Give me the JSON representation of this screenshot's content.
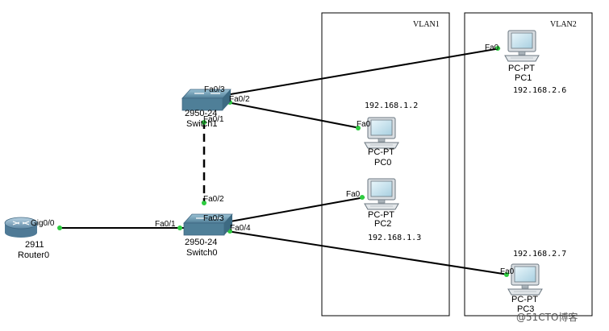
{
  "vlans": {
    "vlan1": {
      "label": "VLAN1"
    },
    "vlan2": {
      "label": "VLAN2"
    }
  },
  "devices": {
    "router0": {
      "model": "2911",
      "name": "Router0"
    },
    "switch0": {
      "model": "2950-24",
      "name": "Switch0"
    },
    "switch1": {
      "model": "2950-24",
      "name": "Switch1"
    },
    "pc0": {
      "type": "PC-PT",
      "name": "PC0",
      "ip": "192.168.1.2"
    },
    "pc1": {
      "type": "PC-PT",
      "name": "PC1",
      "ip": "192.168.2.6"
    },
    "pc2": {
      "type": "PC-PT",
      "name": "PC2",
      "ip": "192.168.1.3"
    },
    "pc3": {
      "type": "PC-PT",
      "name": "PC3",
      "ip": "192.168.2.7"
    }
  },
  "ports": {
    "router0_gig": "Gig0/0",
    "switch0_fa01": "Fa0/1",
    "switch0_fa02": "Fa0/2",
    "switch0_fa03": "Fa0/3",
    "switch0_fa04": "Fa0/4",
    "switch1_fa01": "Fa0/1",
    "switch1_fa02": "Fa0/2",
    "switch1_fa03": "Fa0/3",
    "pc0_fa0": "Fa0",
    "pc1_fa0": "Fa0",
    "pc2_fa0": "Fa0",
    "pc3_fa0": "Fa0"
  },
  "watermark": "@51CTO博客",
  "colors": {
    "link": "#000000",
    "port_dot": "#2ecc40",
    "switch_body": "#5b8fa8",
    "router_body": "#6d96b3"
  }
}
